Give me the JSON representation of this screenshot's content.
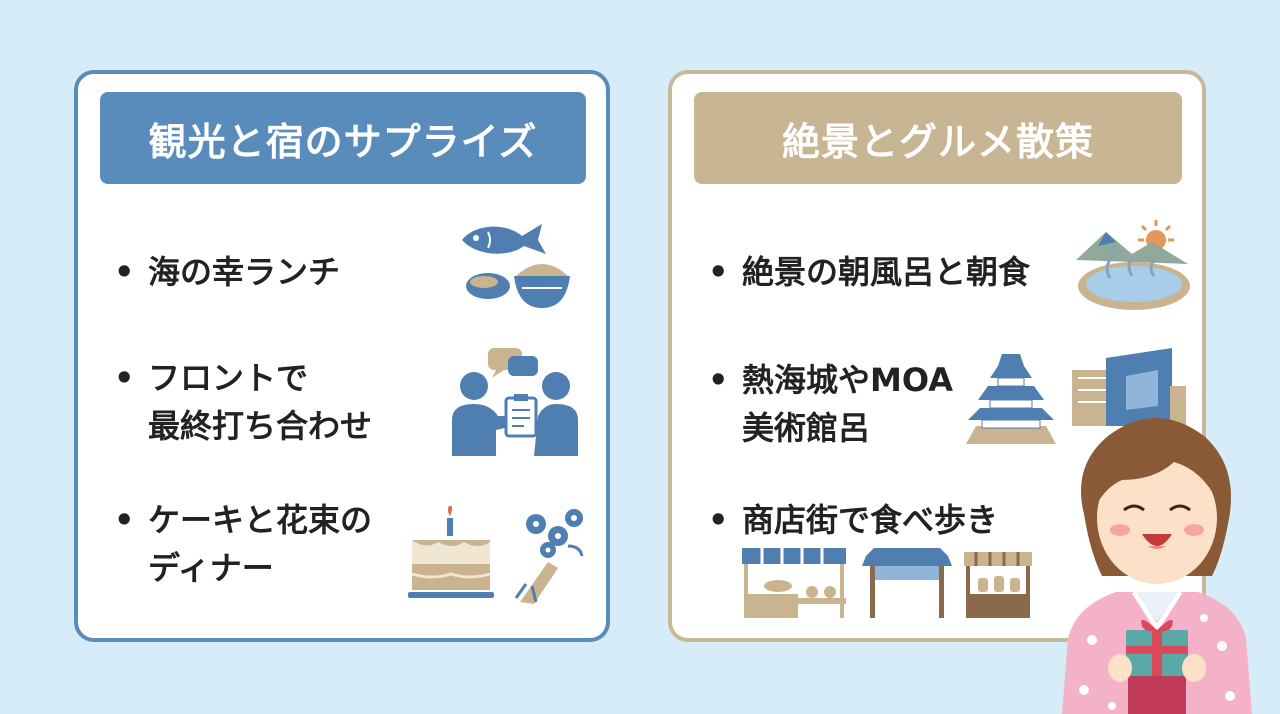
{
  "colors": {
    "background": "#d6ecf8",
    "left_accent": "#5a8cbb",
    "right_accent": "#c7b594",
    "icon_blue": "#4f7fb0",
    "icon_beige": "#c9b48f"
  },
  "left_card": {
    "title": "観光と宿のサプライズ",
    "items": [
      {
        "lines": [
          "海の幸ランチ"
        ],
        "icon": "fish-and-rice-icon"
      },
      {
        "lines": [
          "フロントで",
          "最終打ち合わせ"
        ],
        "icon": "front-desk-meeting-icon"
      },
      {
        "lines": [
          "ケーキと花束の",
          "ディナー"
        ],
        "icon": "cake-and-bouquet-icon"
      }
    ]
  },
  "right_card": {
    "title": "絶景とグルメ散策",
    "items": [
      {
        "lines": [
          "絶景の朝風呂と朝食"
        ],
        "icon": "hot-spring-icon"
      },
      {
        "lines": [
          "熱海城やMOA",
          "美術館呂"
        ],
        "icon": "castle-and-museum-icon"
      },
      {
        "lines": [
          "商店街で食べ歩き"
        ],
        "icon": "shopping-street-stalls-icon"
      }
    ]
  },
  "bullet": "•",
  "character_icon": "kimono-girl-with-gift-icon"
}
